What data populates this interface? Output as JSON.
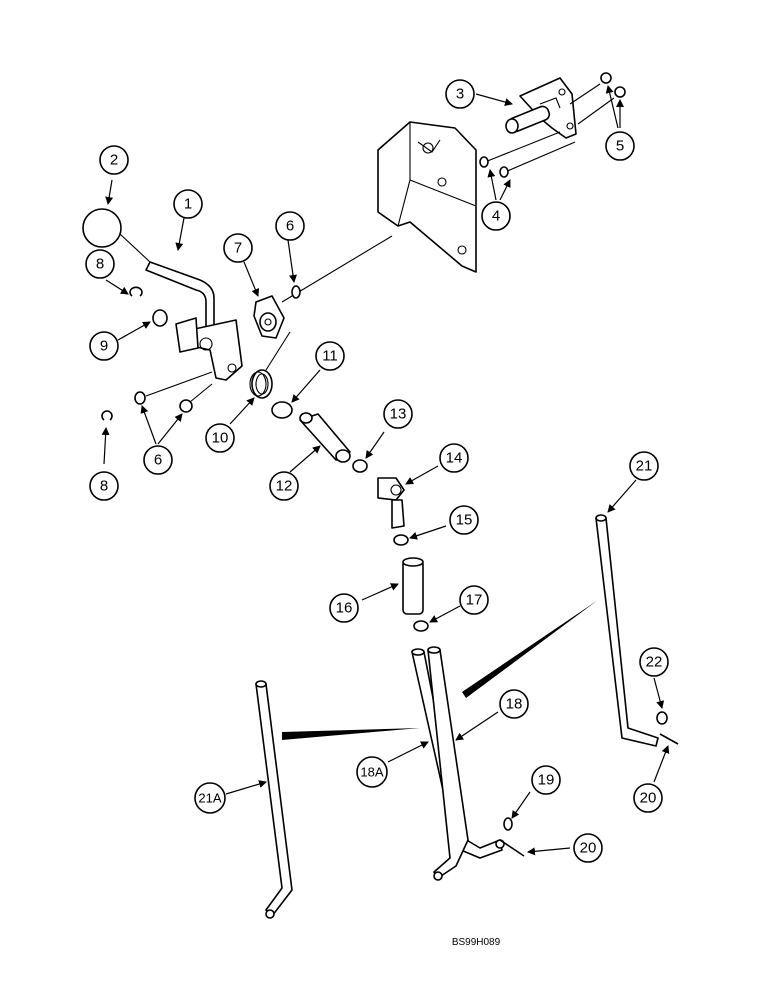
{
  "drawing_code": "BS99H089",
  "callouts": [
    {
      "label": "1"
    },
    {
      "label": "2"
    },
    {
      "label": "3"
    },
    {
      "label": "4"
    },
    {
      "label": "5"
    },
    {
      "label": "6"
    },
    {
      "label": "7"
    },
    {
      "label": "8"
    },
    {
      "label": "9"
    },
    {
      "label": "6"
    },
    {
      "label": "8"
    },
    {
      "label": "10"
    },
    {
      "label": "11"
    },
    {
      "label": "12"
    },
    {
      "label": "13"
    },
    {
      "label": "14"
    },
    {
      "label": "15"
    },
    {
      "label": "16"
    },
    {
      "label": "17"
    },
    {
      "label": "18"
    },
    {
      "label": "18A"
    },
    {
      "label": "19"
    },
    {
      "label": "20"
    },
    {
      "label": "21"
    },
    {
      "label": "22"
    },
    {
      "label": "20"
    },
    {
      "label": "21A"
    }
  ]
}
